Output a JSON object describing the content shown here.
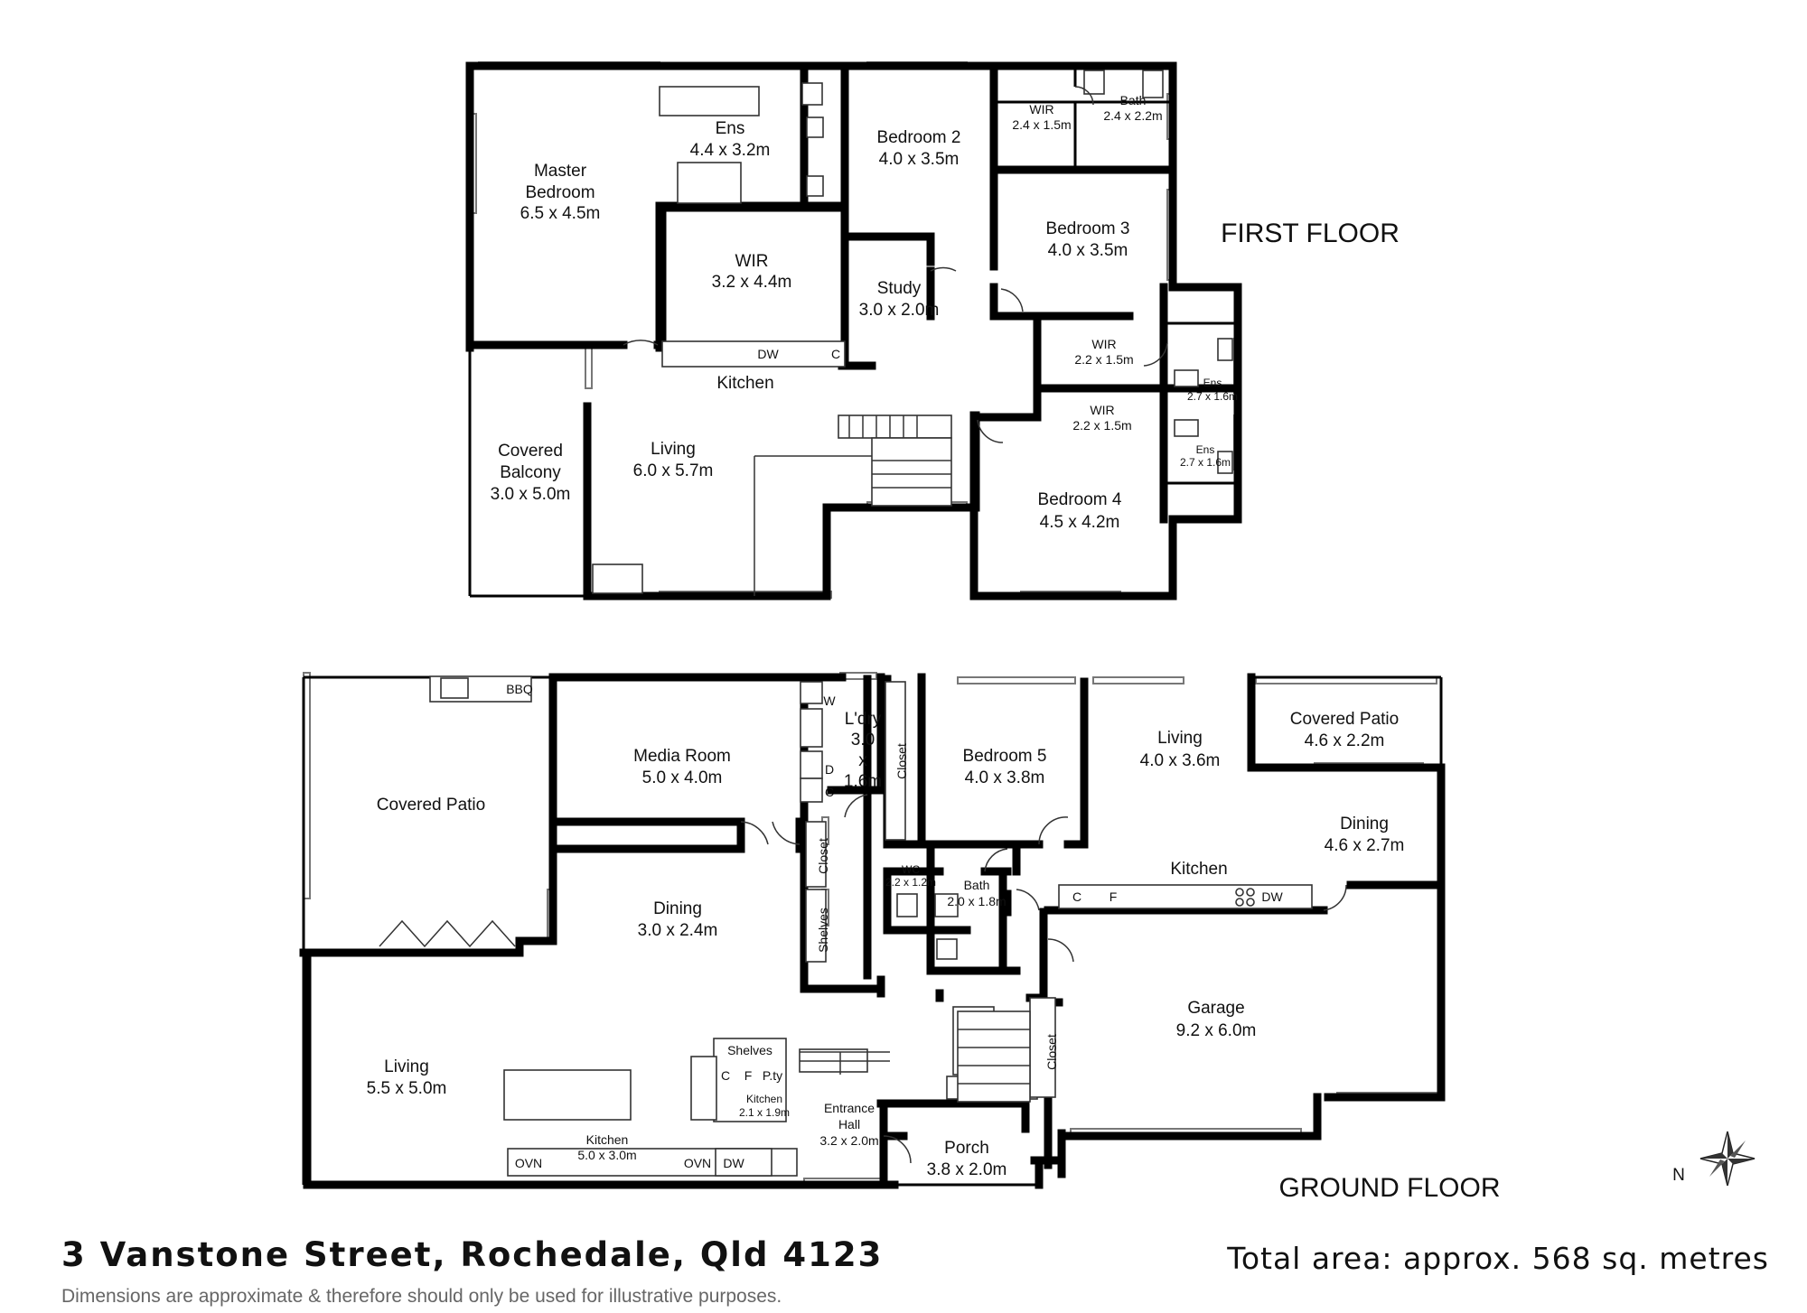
{
  "first_floor": {
    "heading": "FIRST FLOOR",
    "rooms": {
      "master_bedroom": [
        "Master",
        "Bedroom",
        "6.5 x 4.5m"
      ],
      "ens": [
        "Ens",
        "4.4 x 3.2m"
      ],
      "wir_master": [
        "WIR",
        "3.2 x 4.4m"
      ],
      "bedroom2": [
        "Bedroom 2",
        "4.0 x 3.5m"
      ],
      "wir_b2": [
        "WIR",
        "2.4 x 1.5m"
      ],
      "bath": [
        "Bath",
        "2.4 x 2.2m"
      ],
      "bedroom3": [
        "Bedroom 3",
        "4.0 x 3.5m"
      ],
      "study": [
        "Study",
        "3.0 x 2.0m"
      ],
      "wir_b3": [
        "WIR",
        "2.2 x 1.5m"
      ],
      "ens_b3": [
        "Ens",
        "2.7 x 1.6m"
      ],
      "wir_b4": [
        "WIR",
        "2.2 x 1.5m"
      ],
      "ens_b4": [
        "Ens",
        "2.7 x 1.6m"
      ],
      "bedroom4": [
        "Bedroom 4",
        "4.5 x 4.2m"
      ],
      "kitchen": [
        "Kitchen"
      ],
      "living": [
        "Living",
        "6.0 x 5.7m"
      ],
      "covered_balcony": [
        "Covered",
        "Balcony",
        "3.0 x 5.0m"
      ]
    },
    "fixtures": {
      "dw": "DW",
      "c": "C"
    }
  },
  "ground_floor": {
    "heading": "GROUND FLOOR",
    "rooms": {
      "covered_patio": [
        "Covered Patio"
      ],
      "media_room": [
        "Media Room",
        "5.0 x 4.0m"
      ],
      "laundry": [
        "L'dry",
        "3.0",
        "x",
        "1.6m"
      ],
      "bedroom5": [
        "Bedroom 5",
        "4.0 x 3.8m"
      ],
      "living_right": [
        "Living",
        "4.0 x 3.6m"
      ],
      "covered_patio_right": [
        "Covered Patio",
        "4.6 x 2.2m"
      ],
      "dining_right": [
        "Dining",
        "4.6 x 2.7m"
      ],
      "kitchen_right": [
        "Kitchen"
      ],
      "dining": [
        "Dining",
        "3.0 x 2.4m"
      ],
      "wc": [
        "WC",
        "2.2 x 1.2m"
      ],
      "bath": [
        "Bath",
        "2.0 x 1.8m"
      ],
      "garage": [
        "Garage",
        "9.2 x 6.0m"
      ],
      "living": [
        "Living",
        "5.5 x 5.0m"
      ],
      "kitchen": [
        "Kitchen",
        "5.0 x 3.0m"
      ],
      "kitchen_small": [
        "Kitchen",
        "2.1 x 1.9m"
      ],
      "entrance_hall": [
        "Entrance",
        "Hall",
        "3.2 x 2.0m"
      ],
      "porch": [
        "Porch",
        "3.8 x 2.0m"
      ]
    },
    "fixtures": {
      "bbq": "BBQ",
      "w": "W",
      "d": "D",
      "c": "C",
      "closet": "Closet",
      "shelves": "Shelves",
      "f": "F",
      "pty": "P.ty",
      "ovn": "OVN",
      "dw": "DW"
    }
  },
  "compass": {
    "label": "N"
  },
  "footer": {
    "address": "3 Vanstone Street, Rochedale, Qld 4123",
    "disclaimer": "Dimensions are approximate & therefore should only be used for illustrative purposes.",
    "total_area": "Total area: approx. 568 sq. metres"
  }
}
